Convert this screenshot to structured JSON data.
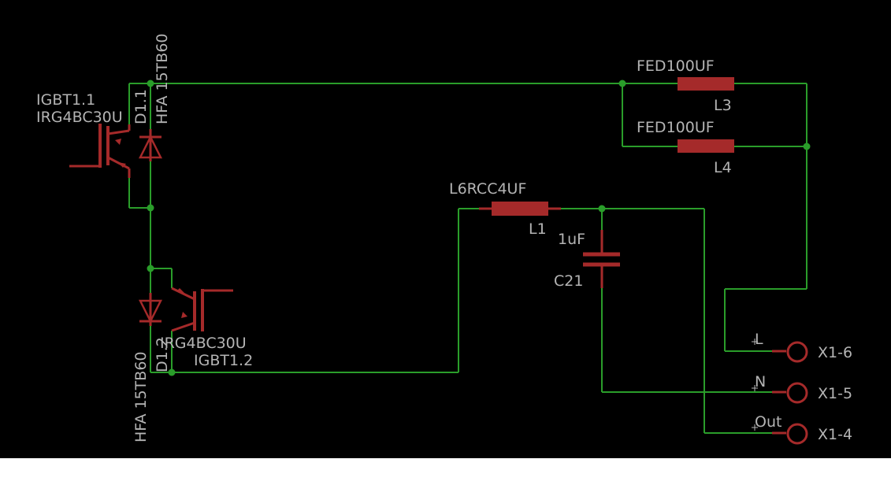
{
  "colors": {
    "background": "#000000",
    "wire": "#2a9d2a",
    "component": "#a52a2a",
    "text": "#b4b4b4",
    "page": "#ffffff"
  },
  "components": {
    "igbt1": {
      "name": "IGBT1.1",
      "value": "IRG4BC30U"
    },
    "igbt2": {
      "name": "IGBT1.2",
      "value": "IRG4BC30U"
    },
    "d1": {
      "name": "D1.1",
      "value": "HFA 15TB60"
    },
    "d2": {
      "name": "D1.2",
      "value": "HFA 15TB60"
    },
    "l3": {
      "name": "L3",
      "value": "FED100UF"
    },
    "l4": {
      "name": "L4",
      "value": "FED100UF"
    },
    "l1": {
      "name": "L1",
      "value": "L6RCC4UF"
    },
    "c21": {
      "name": "C21",
      "value": "1uF"
    }
  },
  "connector": {
    "pins": [
      {
        "name": "X1-6",
        "label": "L"
      },
      {
        "name": "X1-5",
        "label": "N"
      },
      {
        "name": "X1-4",
        "label": "Out"
      }
    ]
  }
}
